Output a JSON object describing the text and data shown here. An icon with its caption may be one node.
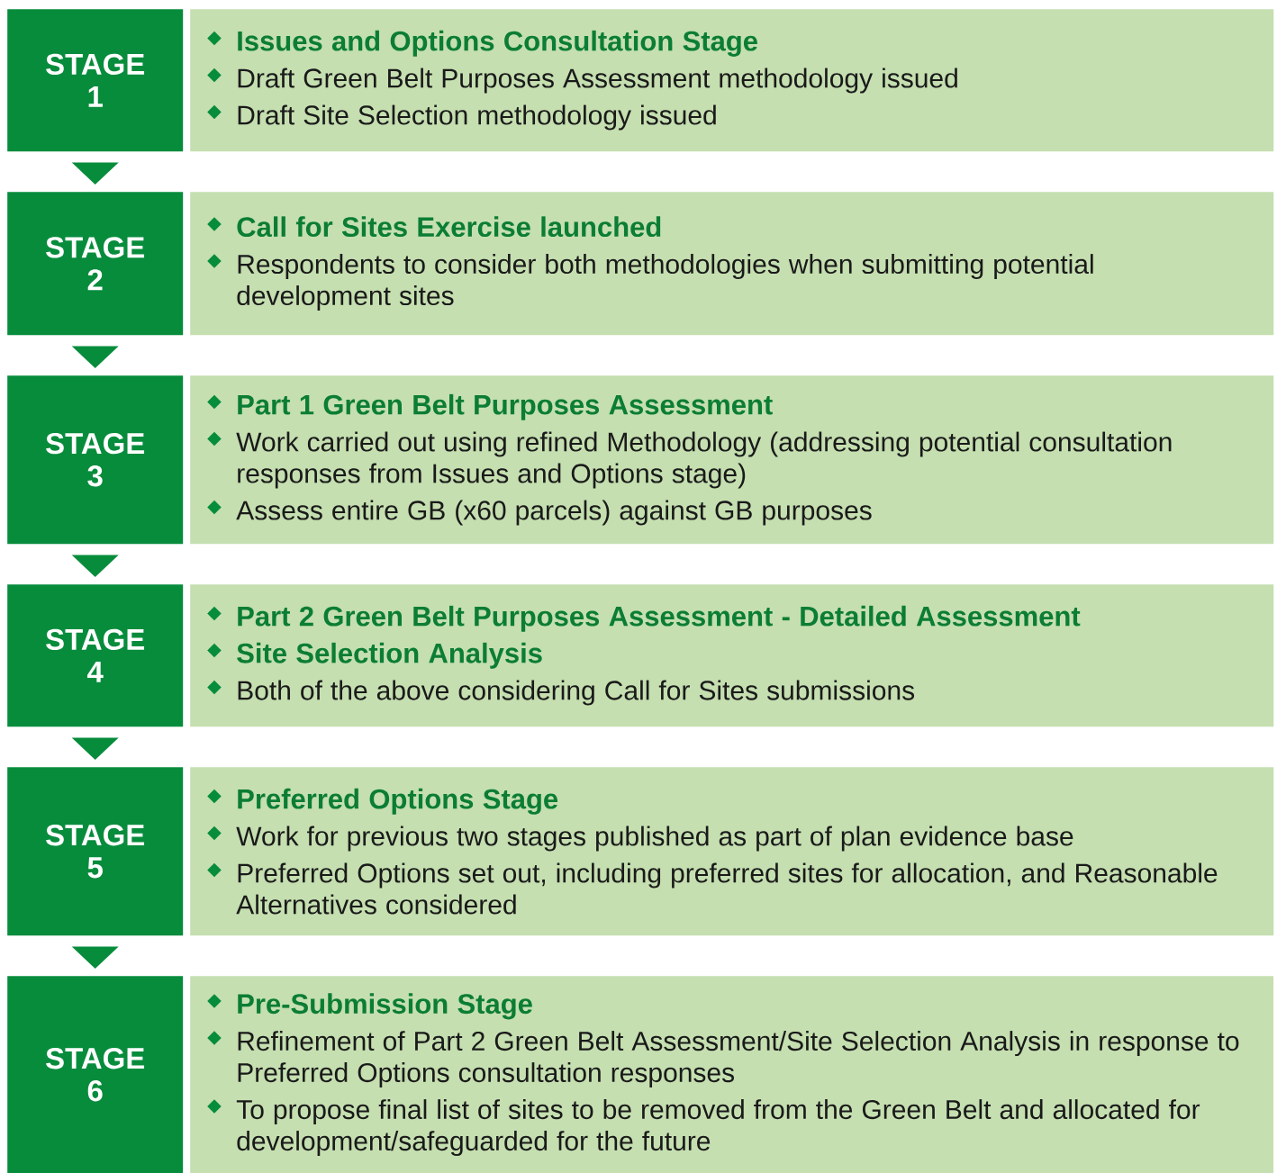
{
  "diagram": {
    "nodes": [
      {
        "text": [
          "STAGE 1"
        ]
      },
      {
        "text": [
          "Issues and Options Consultation Stage",
          "Draft Green Belt Purposes Assessment methodology issued",
          "Draft Site Selection methodology issued"
        ]
      },
      {
        "text": [
          "STAGE 2"
        ]
      },
      {
        "text": [
          "Call for Sites Exercise launched",
          "Respondents to consider both methodologies when submitting potential development sites"
        ]
      },
      {
        "text": [
          "STAGE 3"
        ]
      },
      {
        "text": [
          "Part 1 Green Belt Purposes Assessment",
          "Work carried out using refined Methodology (addressing potential consultation responses from Issues and Options stage)",
          "Assess entire GB (x60 parcels) against GB purposes"
        ]
      },
      {
        "text": [
          "STAGE 4"
        ]
      },
      {
        "text": [
          "Part 2 Green Belt Purposes Assessment - Detailed Assessment",
          "Site Selection Analysis",
          "Both of the above considering Call for Sites submissions"
        ]
      },
      {
        "text": [
          "STAGE 5"
        ]
      },
      {
        "text": [
          "Preferred Options Stage",
          "Work for previous two stages published as part of plan evidence base",
          "Preferred Options set out, including preferred sites for allocation, and Reasonable Alternatives considered"
        ]
      },
      {
        "text": [
          "STAGE 6"
        ]
      },
      {
        "text": [
          "Pre-Submission Stage",
          "Refinement of Part 2 Green Belt Assessment/Site Selection Analysis in response to Preferred Options consultation responses",
          "To propose final list of sites to be removed from the Green Belt and allocated for development/safeguarded for the future"
        ]
      }
    ],
    "edges": [
      {
        "from": 0,
        "to": 2,
        "arrow": "to"
      },
      {
        "from": 2,
        "to": 4,
        "arrow": "to"
      },
      {
        "from": 4,
        "to": 6,
        "arrow": "to"
      },
      {
        "from": 6,
        "to": 8,
        "arrow": "to"
      },
      {
        "from": 8,
        "to": 10,
        "arrow": "to"
      }
    ]
  }
}
